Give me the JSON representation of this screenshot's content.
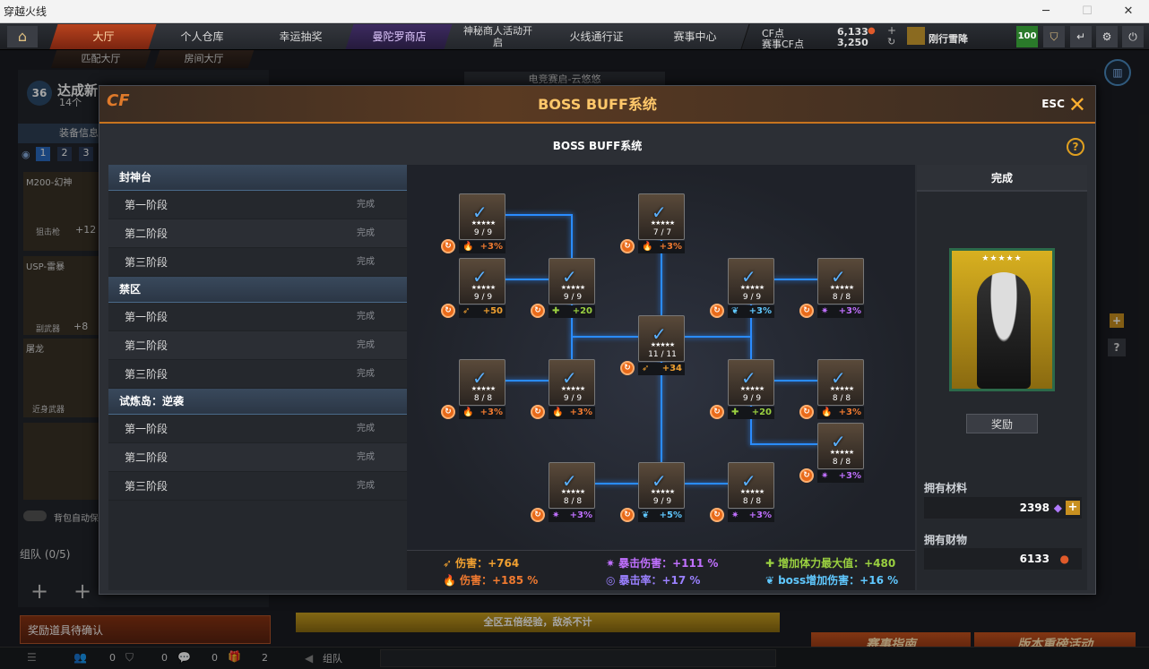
{
  "window": {
    "title": "穿越火线"
  },
  "nav": {
    "tabs": [
      {
        "label": "大厅",
        "active": true
      },
      {
        "label": "个人仓库"
      },
      {
        "label": "幸运抽奖"
      },
      {
        "label": "曼陀罗商店",
        "purple": true
      },
      {
        "label": "神秘商人活动开启"
      },
      {
        "label": "火线通行证"
      },
      {
        "label": "赛事中心"
      }
    ],
    "sub_tabs": [
      "匹配大厅",
      "房间大厅"
    ]
  },
  "currency": {
    "cf_label": "CF点",
    "cf_value": "6,133",
    "match_label": "赛事CF点",
    "match_value": "3,250",
    "user": "刚行雪降",
    "level_badge": "100"
  },
  "background": {
    "level": "36",
    "achievement": "达成新",
    "count": "14个",
    "equip_tab": "装备信息",
    "weapons": [
      "M200-幻神",
      "USP-雷暴",
      "屠龙"
    ],
    "weapon_tags": [
      "狙击枪",
      "副武器",
      "近身武器"
    ],
    "weapon_counts": [
      "+12",
      "+8"
    ],
    "loadout_slots": [
      "1",
      "2",
      "3"
    ],
    "auto_label": "背包自动保",
    "team_label": "组队 (0/5)",
    "confirm_label": "奖励道具待确认",
    "ticker": "全区五倍经验，敌杀不计",
    "promo1": "赛事指南",
    "promo2": "版本重磅活动",
    "footer_team": "组队",
    "footer_counts": [
      "0",
      "0",
      "0",
      "2"
    ],
    "notice": "电竞赛启-云悠悠"
  },
  "modal": {
    "title": "BOSS BUFF系统",
    "esc": "ESC",
    "subtitle": "BOSS BUFF系统",
    "help": "?"
  },
  "stages": {
    "groups": [
      {
        "name": "封神台",
        "items": [
          {
            "label": "第一阶段",
            "status": "完成"
          },
          {
            "label": "第二阶段",
            "status": "完成"
          },
          {
            "label": "第三阶段",
            "status": "完成"
          }
        ]
      },
      {
        "name": "禁区",
        "items": [
          {
            "label": "第一阶段",
            "status": "完成"
          },
          {
            "label": "第二阶段",
            "status": "完成"
          },
          {
            "label": "第三阶段",
            "status": "完成"
          }
        ]
      },
      {
        "name": "试炼岛：逆袭",
        "items": [
          {
            "label": "第一阶段",
            "status": "完成"
          },
          {
            "label": "第二阶段",
            "status": "完成"
          },
          {
            "label": "第三阶段",
            "status": "完成"
          }
        ]
      }
    ]
  },
  "nodes": [
    {
      "count": "9 / 9",
      "bonus": "+3%",
      "type": "fire"
    },
    {
      "count": "7 / 7",
      "bonus": "+3%",
      "type": "fire"
    },
    {
      "count": "9 / 9",
      "bonus": "+50",
      "type": "bullet"
    },
    {
      "count": "9 / 9",
      "bonus": "+20",
      "type": "heal"
    },
    {
      "count": "9 / 9",
      "bonus": "+3%",
      "type": "wing"
    },
    {
      "count": "8 / 8",
      "bonus": "+3%",
      "type": "crit"
    },
    {
      "count": "11 / 11",
      "bonus": "+34",
      "type": "bullet"
    },
    {
      "count": "8 / 8",
      "bonus": "+3%",
      "type": "fire"
    },
    {
      "count": "9 / 9",
      "bonus": "+3%",
      "type": "fire"
    },
    {
      "count": "9 / 9",
      "bonus": "+20",
      "type": "heal"
    },
    {
      "count": "8 / 8",
      "bonus": "+3%",
      "type": "fire"
    },
    {
      "count": "8 / 8",
      "bonus": "+3%",
      "type": "crit"
    },
    {
      "count": "8 / 8",
      "bonus": "+3%",
      "type": "crit"
    },
    {
      "count": "9 / 9",
      "bonus": "+5%",
      "type": "wing"
    },
    {
      "count": "8 / 8",
      "bonus": "+3%",
      "type": "crit"
    }
  ],
  "stats": [
    {
      "label": "伤害：+764",
      "color": "#f0a030"
    },
    {
      "label": "伤害：+185 %",
      "color": "#f07a30"
    },
    {
      "label": "暴击伤害：+111 %",
      "color": "#c070ff"
    },
    {
      "label": "暴击率：+17 %",
      "color": "#9a80ff"
    },
    {
      "label": "增加体力最大值：+480",
      "color": "#9ad040"
    },
    {
      "label": "boss增加伤害：+16 %",
      "color": "#60c8ff"
    }
  ],
  "reward": {
    "header": "完成",
    "button": "奖励",
    "materials_label": "拥有材料",
    "materials_value": "2398",
    "wealth_label": "拥有财物",
    "wealth_value": "6133"
  },
  "colors": {
    "accent": "#ffc86a",
    "fire": "#f07a30",
    "crit": "#c070ff",
    "heal": "#9ad040",
    "wing": "#60c8ff",
    "bullet": "#f0a030",
    "line": "#2a8cff"
  }
}
